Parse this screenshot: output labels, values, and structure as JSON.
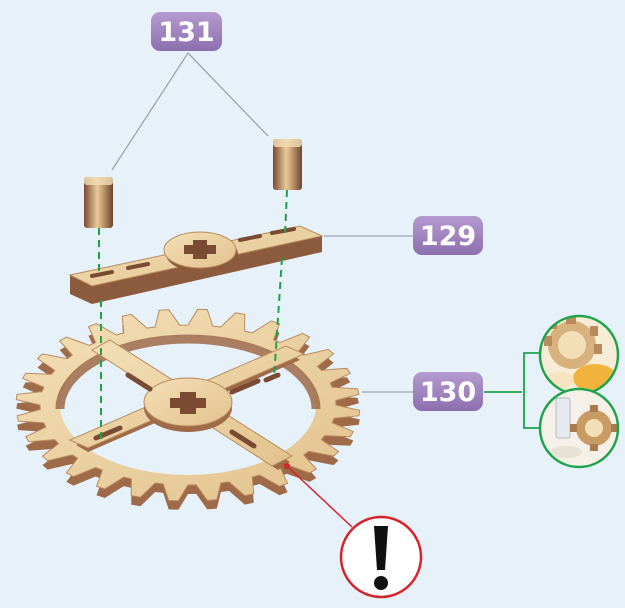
{
  "part_labels": {
    "part_131": "131",
    "part_129": "129",
    "part_130": "130"
  },
  "colors": {
    "background": "#e6f1fa",
    "badge": "#a88dc4",
    "badge_gradient_end": "#8c6fae",
    "wood_face": "#ecd4a3",
    "wood_edge": "#9e6a47",
    "wood_dark": "#6e4530",
    "leader_line": "#9aa6af",
    "guide_dashes": "#1fa24a",
    "tip_circle": "#1fa24a",
    "warning": "#d8232a"
  },
  "icons": {
    "warning": "exclamation-warning-icon",
    "tip_top": "gear-close-up-photo",
    "tip_bottom": "gear-and-pegs-photo"
  }
}
